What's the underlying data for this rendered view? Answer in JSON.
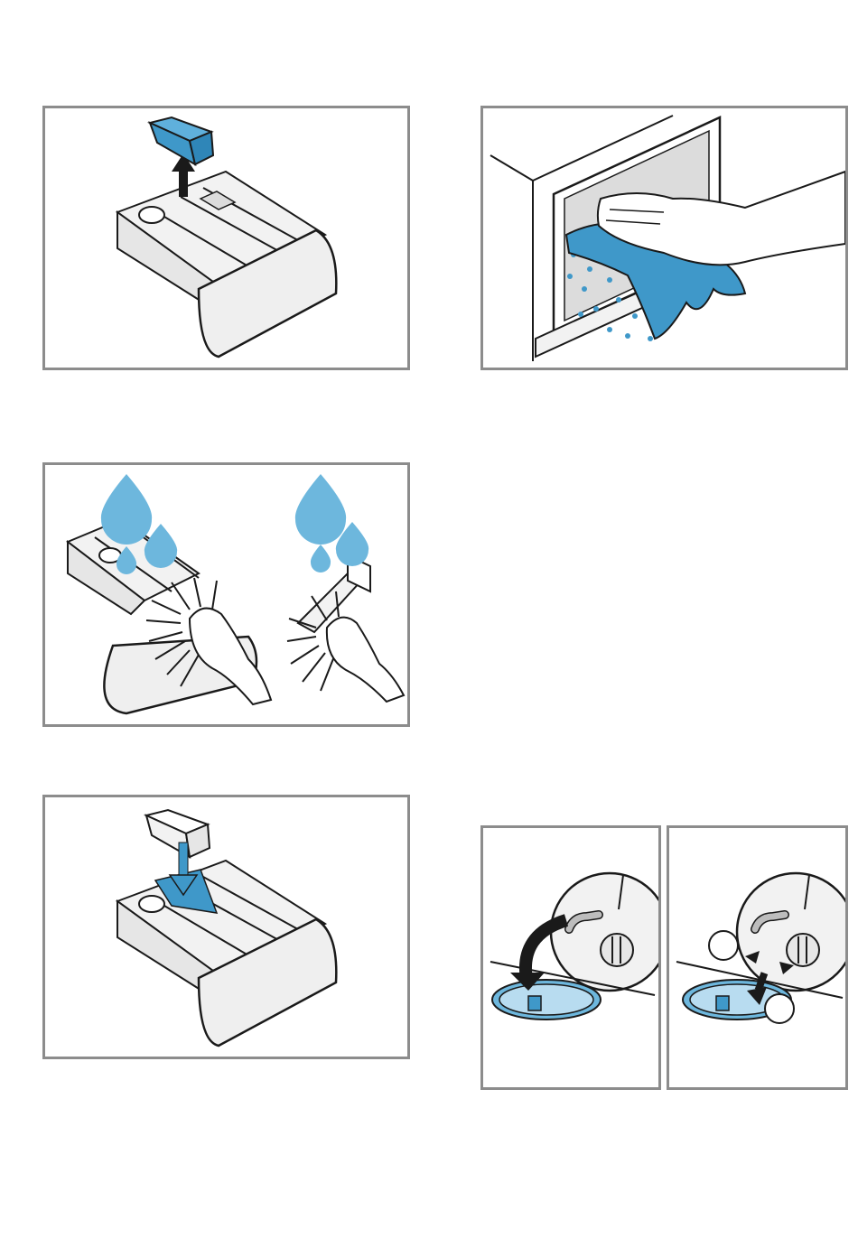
{
  "colors": {
    "accent_blue": "#3f98c9",
    "water_blue": "#6db7dd",
    "light_blue": "#b8dcf0",
    "frame_gray": "#8c8c8c",
    "part_fill": "#ececec",
    "outline": "#1a1a1a"
  },
  "figures": [
    {
      "name": "remove-siphon-insert",
      "icon": "arrow-up-icon"
    },
    {
      "name": "wipe-dispenser-housing",
      "icon": "cloth-icon"
    },
    {
      "name": "rinse-and-brush-drawer",
      "icon": "brush-icon"
    },
    {
      "name": "reinsert-siphon-insert",
      "icon": "arrow-down-icon"
    },
    {
      "name": "open-pump-flap",
      "icon": "curved-arrow-icon"
    },
    {
      "name": "insert-pump-flap-lugs",
      "icon": "arrow-down-icon"
    }
  ]
}
